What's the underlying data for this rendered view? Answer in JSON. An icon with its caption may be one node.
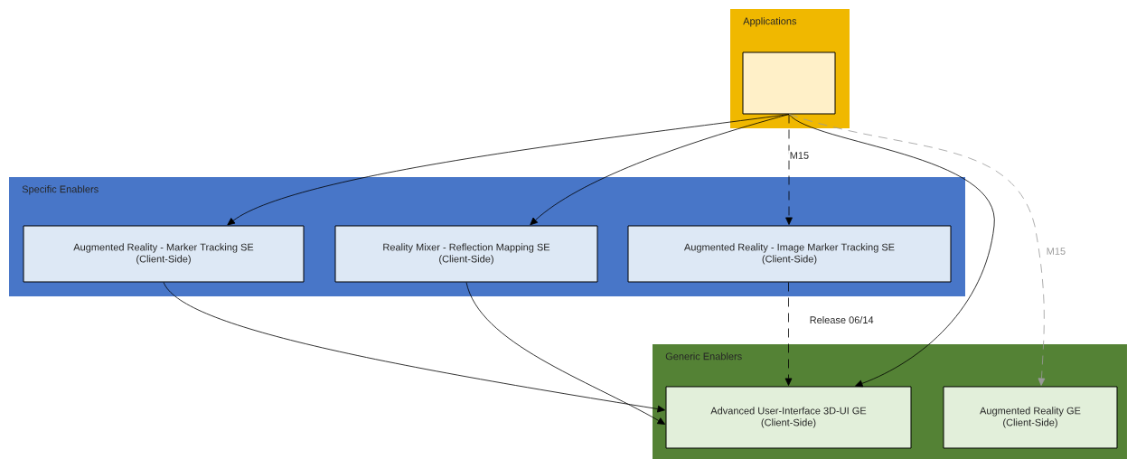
{
  "diagram": {
    "nodes": [
      {
        "text": [
          "Applications"
        ]
      },
      {
        "text": [],
        "shape": "box",
        "in": 0
      },
      {
        "text": [
          "Specific Enablers"
        ]
      },
      {
        "text": [
          "Augmented Reality - Marker Tracking SE",
          "(Client-Side)"
        ],
        "in": 2
      },
      {
        "text": [
          "Reality Mixer - Reflection Mapping SE",
          "(Client-Side)"
        ],
        "in": 2
      },
      {
        "text": [
          "Augmented Reality - Image Marker Tracking SE",
          "(Client-Side)"
        ],
        "in": 2
      },
      {
        "text": [
          "Generic Enablers"
        ]
      },
      {
        "text": [
          "Advanced User-Interface 3D-UI GE",
          "(Client-Side)"
        ],
        "in": 6
      },
      {
        "text": [
          "Augmented Reality GE",
          "(Client-Side)"
        ],
        "in": 6
      }
    ],
    "edges": [
      {
        "from": 1,
        "to": 3,
        "arrow": "to"
      },
      {
        "from": 1,
        "to": 4,
        "arrow": "to"
      },
      {
        "from": 1,
        "to": 5,
        "arrow": "to",
        "style": "dashed",
        "label": "M15"
      },
      {
        "from": 1,
        "to": 7,
        "arrow": "to"
      },
      {
        "from": 1,
        "to": 8,
        "arrow": "to",
        "style": "dashed",
        "color": "#999999",
        "label": "M15"
      },
      {
        "from": 3,
        "to": 7,
        "arrow": "to"
      },
      {
        "from": 4,
        "to": 7,
        "arrow": "to"
      },
      {
        "from": 5,
        "to": 7,
        "arrow": "to",
        "style": "dashed",
        "label": "Release 06/14"
      }
    ]
  }
}
